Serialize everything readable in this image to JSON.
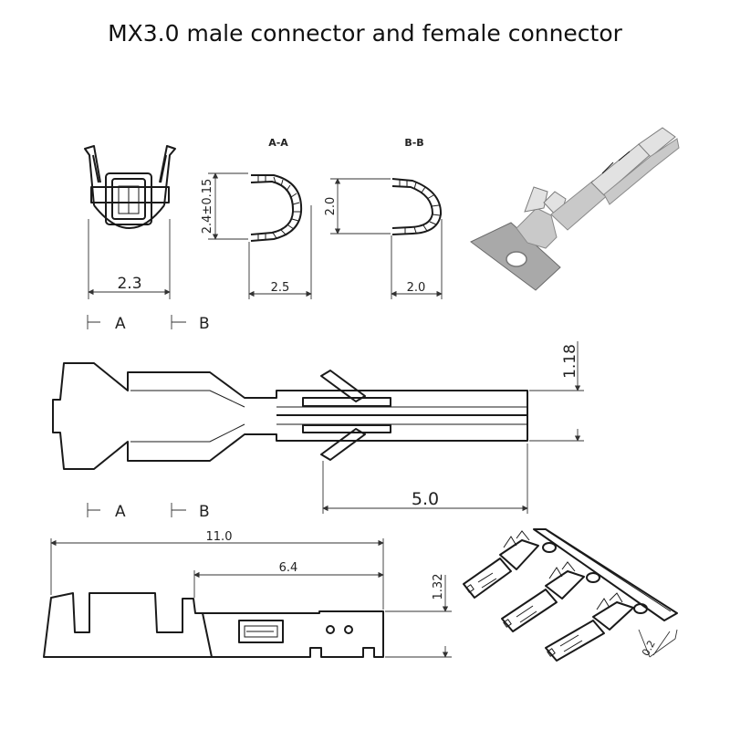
{
  "title": "MX3.0 male connector and female connector",
  "sections": {
    "a_a": "A-A",
    "b_b": "B-B"
  },
  "section_markers": {
    "a": "A",
    "b": "B"
  },
  "dimensions": {
    "front_width": "2.3",
    "aa_height": "2.4±0.15",
    "aa_width": "2.5",
    "bb_height": "2.0",
    "bb_width": "2.0",
    "side_height": "1.18",
    "contact_length": "5.0",
    "overall_length": "11.0",
    "partial_length": "6.4",
    "profile_height": "1.32",
    "strip_pitch": "0.2"
  }
}
